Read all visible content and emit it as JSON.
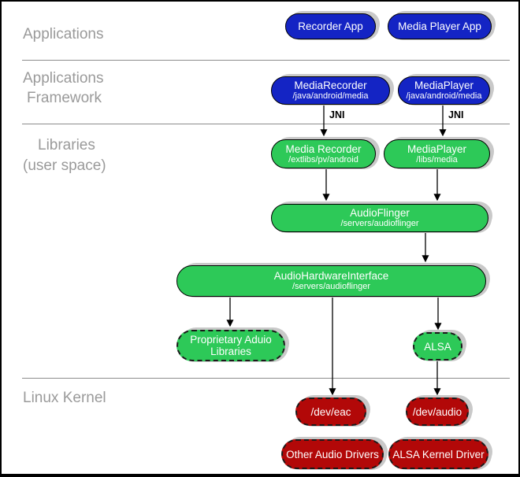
{
  "sections": {
    "applications": "Applications",
    "framework_line1": "Applications",
    "framework_line2": "Framework",
    "libraries_line1": "Libraries",
    "libraries_line2": "(user space)",
    "kernel": "Linux Kernel"
  },
  "nodes": {
    "recorder_app": {
      "title": "Recorder App"
    },
    "media_player_app": {
      "title": "Media Player App"
    },
    "media_recorder_fw": {
      "title": "MediaRecorder",
      "subtitle": "/java/android/media"
    },
    "media_player_fw": {
      "title": "MediaPlayer",
      "subtitle": "/java/android/media"
    },
    "media_recorder_lib": {
      "title": "Media Recorder",
      "subtitle": "/extlibs/pv/android"
    },
    "media_player_lib": {
      "title": "MediaPlayer",
      "subtitle": "/libs/media"
    },
    "audio_flinger": {
      "title": "AudioFlinger",
      "subtitle": "/servers/audioflinger"
    },
    "audio_hardware_interface": {
      "title": "AudioHardwareInterface",
      "subtitle": "/servers/audioflinger"
    },
    "proprietary_audio_libraries": {
      "line1": "Proprietary Aduio",
      "line2": "Libraries"
    },
    "alsa": {
      "title": "ALSA"
    },
    "dev_eac": {
      "title": "/dev/eac"
    },
    "dev_audio": {
      "title": "/dev/audio"
    },
    "other_audio_drivers": {
      "title": "Other Audio Drivers"
    },
    "alsa_kernel_driver": {
      "title": "ALSA Kernel Driver"
    }
  },
  "edge_labels": {
    "jni_left": "JNI",
    "jni_right": "JNI"
  },
  "colors": {
    "app_blue": "#1424c4",
    "lib_green": "#2dc958",
    "kernel_red": "#b20808",
    "section_label_gray": "#9a9a9a",
    "divider_gray": "#8c8c8c",
    "shadow_gray": "#c9c9c9"
  }
}
